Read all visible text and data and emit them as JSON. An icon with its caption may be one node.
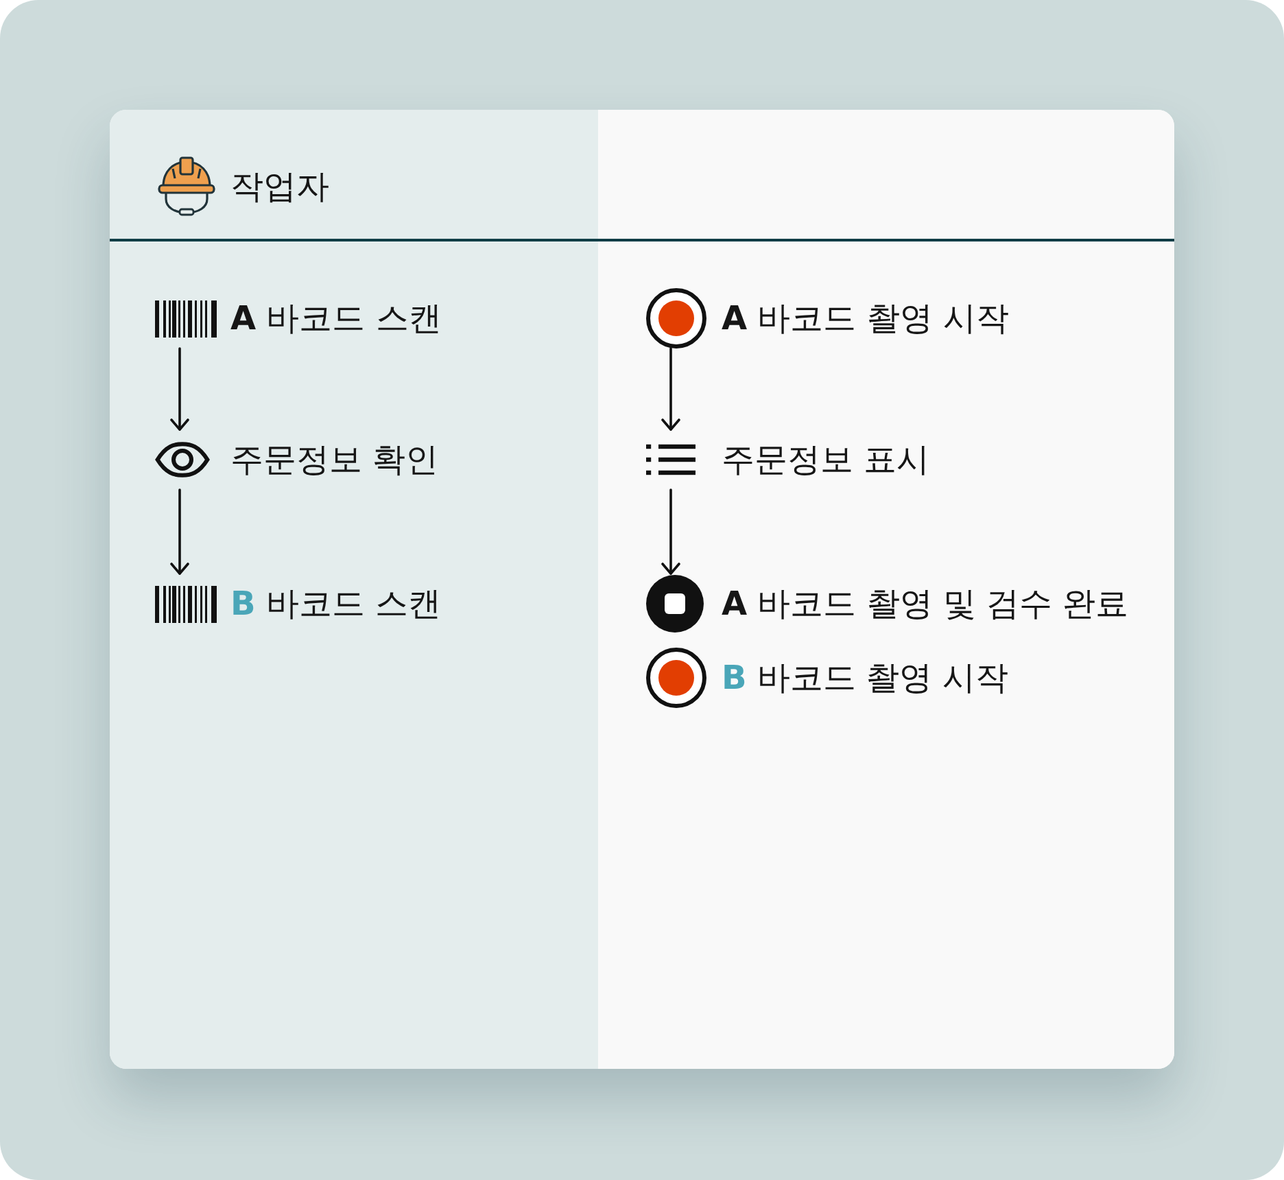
{
  "diagram": {
    "nodes": [
      {
        "text": [
          "작업자"
        ]
      },
      {
        "text": [
          "**A** 바코드 스캔"
        ],
        "in": 0
      },
      {
        "text": [
          "주문정보 확인"
        ],
        "in": 0
      },
      {
        "text": [
          "**B** 바코드 스캔"
        ],
        "in": 0
      },
      {
        "text": [],
        "shape": "box"
      },
      {
        "text": [
          "**A** 바코드 촬영 시작"
        ],
        "in": 4
      },
      {
        "text": [
          "주문정보 표시"
        ],
        "in": 4
      },
      {
        "text": [
          "**A** 바코드 촬영 및 검수 완료"
        ],
        "in": 4
      },
      {
        "text": [
          "**B** 바코드 촬영 시작"
        ],
        "in": 4
      }
    ],
    "edges": [
      {
        "from": 1,
        "to": 2,
        "arrow": "to"
      },
      {
        "from": 2,
        "to": 3,
        "arrow": "to"
      },
      {
        "from": 5,
        "to": 6,
        "arrow": "to"
      },
      {
        "from": 6,
        "to": 7,
        "arrow": "to"
      }
    ]
  }
}
